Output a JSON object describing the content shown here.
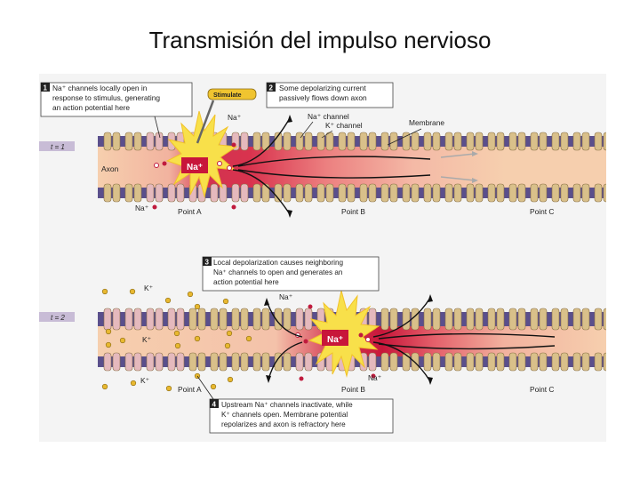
{
  "slide": {
    "title": "Transmisión del impulso nervioso"
  },
  "figure": {
    "callouts": [
      {
        "num": "1",
        "lines": [
          "Na⁺ channels locally open in",
          "response to stimulus, generating",
          "an action potential here"
        ]
      },
      {
        "num": "2",
        "lines": [
          "Some depolarizing current",
          "passively flows down axon"
        ]
      },
      {
        "num": "3",
        "lines": [
          "Local depolarization causes neighboring",
          "Na⁺ channels to open and generates an",
          "action potential here"
        ]
      },
      {
        "num": "4",
        "lines": [
          "Upstream Na⁺ channels inactivate, while",
          "K⁺ channels open. Membrane potential",
          "repolarizes and axon is refractory here"
        ]
      }
    ],
    "stimulate_label": "Stimulate",
    "time_labels": {
      "t1": "t = 1",
      "t2": "t = 2"
    },
    "labels": {
      "axon": "Axon",
      "na": "Na⁺",
      "k": "K⁺",
      "na_channel": "Na⁺ channel",
      "k_channel": "K⁺ channel",
      "membrane": "Membrane",
      "point_a": "Point A",
      "point_b": "Point B",
      "point_c": "Point C"
    },
    "colors": {
      "membrane_blue": "#5a4f8c",
      "channel_tan": "#d9c08a",
      "channel_pink": "#e5b9bd",
      "axon_base": "#f6cfae",
      "depolarized": "#c8163a",
      "burst": "#f8e04a",
      "ion_red": "#c01b3d",
      "ion_k": "#e8b830"
    }
  }
}
